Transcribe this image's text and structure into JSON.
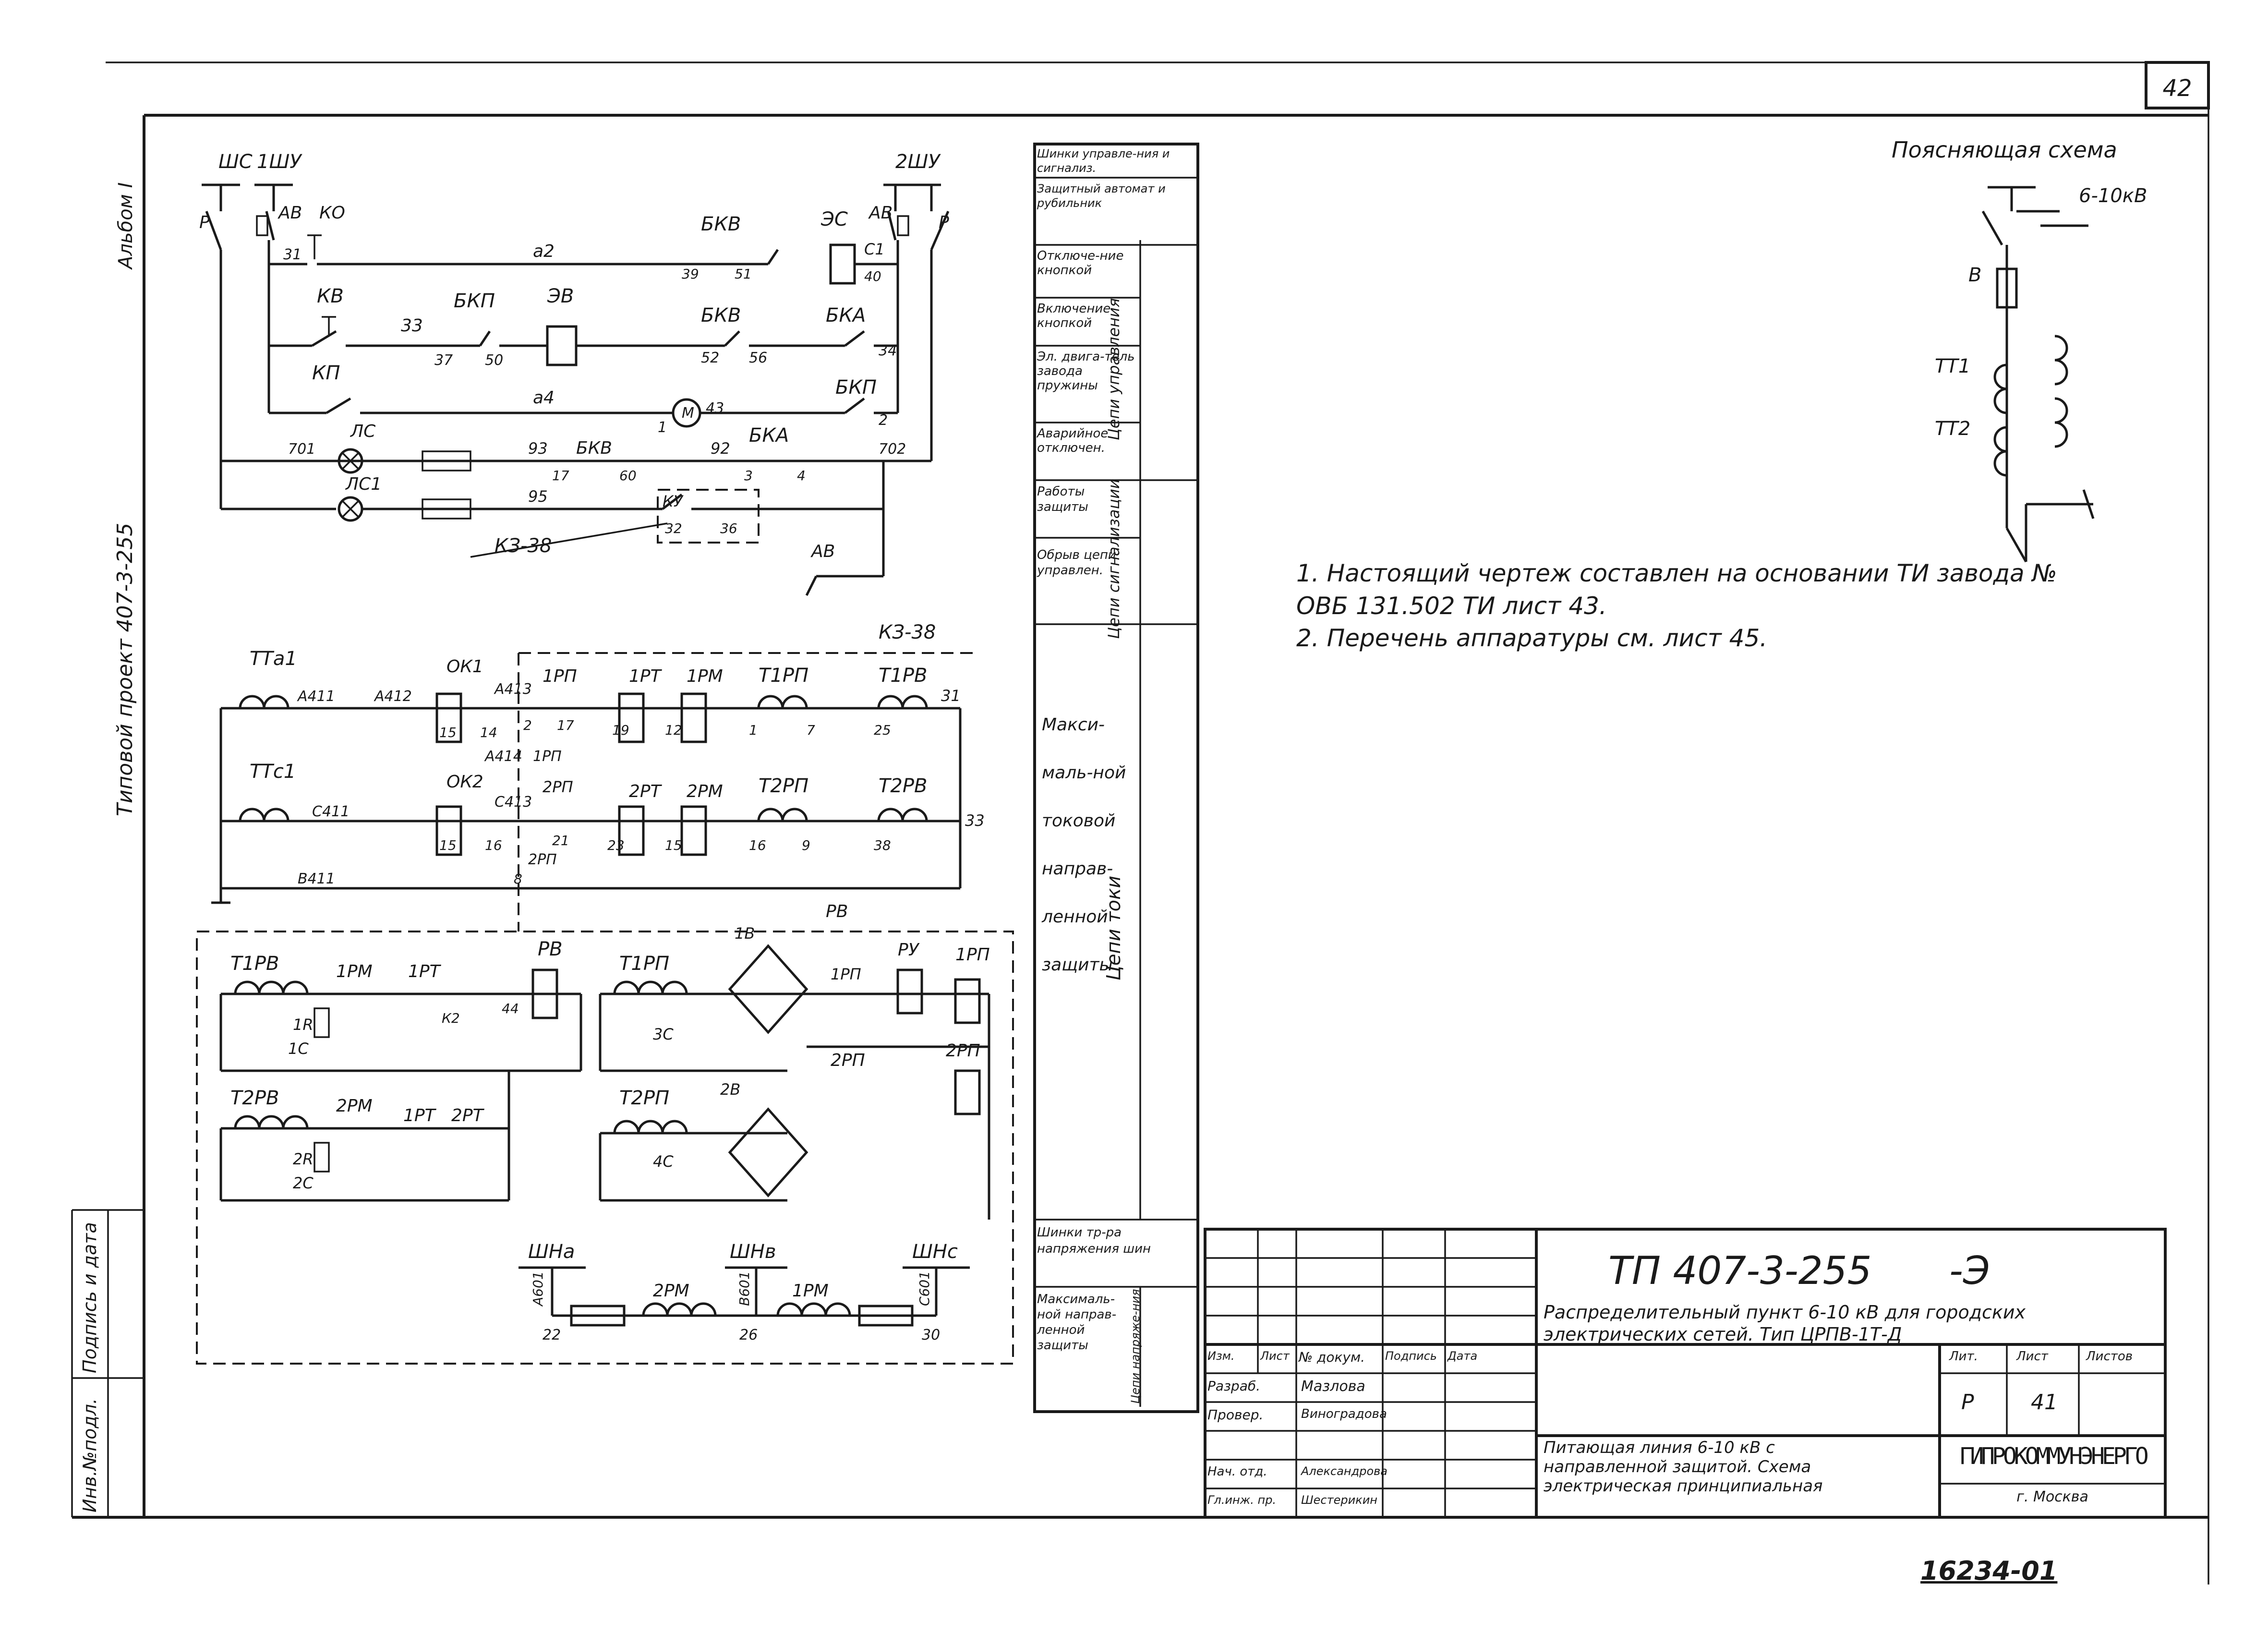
{
  "page_number": "42",
  "margin_left": {
    "album": "Альбом I",
    "project": "Типовой проект 407-3-255",
    "inv_no": "Инв.№подл.",
    "sign_date": "Подпись и дата"
  },
  "circuit": {
    "buses_top": [
      "ШС",
      "1ШУ",
      "2ШУ"
    ],
    "control": [
      "Р",
      "АВ",
      "КО",
      "31",
      "а2",
      "БКВ",
      "39",
      "51",
      "ЭС",
      "АВ",
      "С1",
      "40",
      "Р",
      "КВ",
      "33",
      "БКП",
      "ЭВ",
      "БКВ",
      "БКА",
      "37",
      "50",
      "52",
      "56",
      "34",
      "КП",
      "а4",
      "М",
      "1",
      "43",
      "БКП",
      "2"
    ],
    "signal": [
      "701",
      "ЛС",
      "93",
      "БКВ",
      "92",
      "БКА",
      "702",
      "17",
      "60",
      "3",
      "4",
      "ЛС1",
      "95",
      "КУ",
      "32",
      "36",
      "КЗ-38",
      "АВ"
    ],
    "current": [
      "ТТа1",
      "А411",
      "А412",
      "ОК1",
      "А413",
      "1РП",
      "1РТ",
      "1РМ",
      "Т1РП",
      "Т1РВ",
      "31",
      "15",
      "14",
      "2",
      "17",
      "19",
      "12",
      "1",
      "7",
      "25",
      "А414",
      "1РП",
      "ТТс1",
      "С411",
      "ОК2",
      "С413",
      "2РП",
      "2РТ",
      "2РМ",
      "Т2РП",
      "Т2РВ",
      "33",
      "15",
      "16",
      "8",
      "21",
      "23",
      "15",
      "16",
      "9",
      "38",
      "2РП",
      "В411",
      "КЗ-38"
    ],
    "relay": [
      "Т1РВ",
      "1РМ",
      "1РТ",
      "РВ",
      "1R",
      "1С",
      "44",
      "К2",
      "Т2РВ",
      "2РМ",
      "1РТ",
      "2РТ",
      "2R",
      "2С",
      "Т1РП",
      "1В",
      "3С",
      "РВ",
      "РУ",
      "1РП",
      "1РП",
      "2РП",
      "2РП",
      "Т2РП",
      "2В",
      "4С"
    ],
    "bus_voltage": [
      "ШНа",
      "ШНв",
      "ШНс",
      "А601",
      "В601",
      "С601",
      "22",
      "2РМ",
      "26",
      "1РМ",
      "30"
    ]
  },
  "func_table": {
    "rows": [
      {
        "text": "Шинки управле-ния и сигнализ."
      },
      {
        "text": "Защитный автомат и рубильник"
      },
      {
        "text": "Отключе-ние кнопкой"
      },
      {
        "text": "Включение кнопкой"
      },
      {
        "text": "Эл. двига-тель завода пружины"
      },
      {
        "text": "Аварийное отключен."
      },
      {
        "text": "Работы защиты"
      },
      {
        "text": "Обрыв цепи управлен."
      },
      {
        "text": "Макси-маль-ной токовой направ-ленной защиты"
      },
      {
        "text": "Шинки тр-ра напряжения шин"
      },
      {
        "text": "Максималь-ной направ-ленной защиты"
      }
    ],
    "groups": [
      "Цепи управления",
      "Цепи сигнализации",
      "Цепи токи",
      "Цепи напряже-ния"
    ]
  },
  "explain": {
    "title": "Поясняющая схема",
    "voltage": "6-10кВ",
    "labels": [
      "В",
      "ТТ1",
      "ТТ2"
    ]
  },
  "notes": [
    "1. Настоящий чертеж составлен на основании ТИ завода № ОВБ 131.502 ТИ лист 43.",
    "2. Перечень аппаратуры см. лист 45."
  ],
  "title_block": {
    "code": "ТП 407-3-255",
    "suffix": "-Э",
    "description": "Распределительный пункт 6-10 кВ для городских электрических сетей. Тип ЦРПВ-1Т-Д",
    "hdr": [
      "Изм.",
      "Лист",
      "№ докум.",
      "Подпись",
      "Дата"
    ],
    "roles": [
      "Разраб.",
      "Провер.",
      "",
      "Нач. отд.",
      "Гл.инж. пр."
    ],
    "names": [
      "Мазлова",
      "Виноградова",
      "",
      "Александрова",
      "Шестерикин"
    ],
    "sheet_title": "Питающая линия 6-10 кВ с направленной защитой. Схема электрическая принципиальная",
    "stage_hdr": "Лит.",
    "sheet_hdr": "Лист",
    "sheets_hdr": "Листов",
    "stage": "Р",
    "sheet": "41",
    "org": "ГИПРОКОММУНЭНЕРГО",
    "city": "г. Москва"
  },
  "stamp": "16234-01"
}
